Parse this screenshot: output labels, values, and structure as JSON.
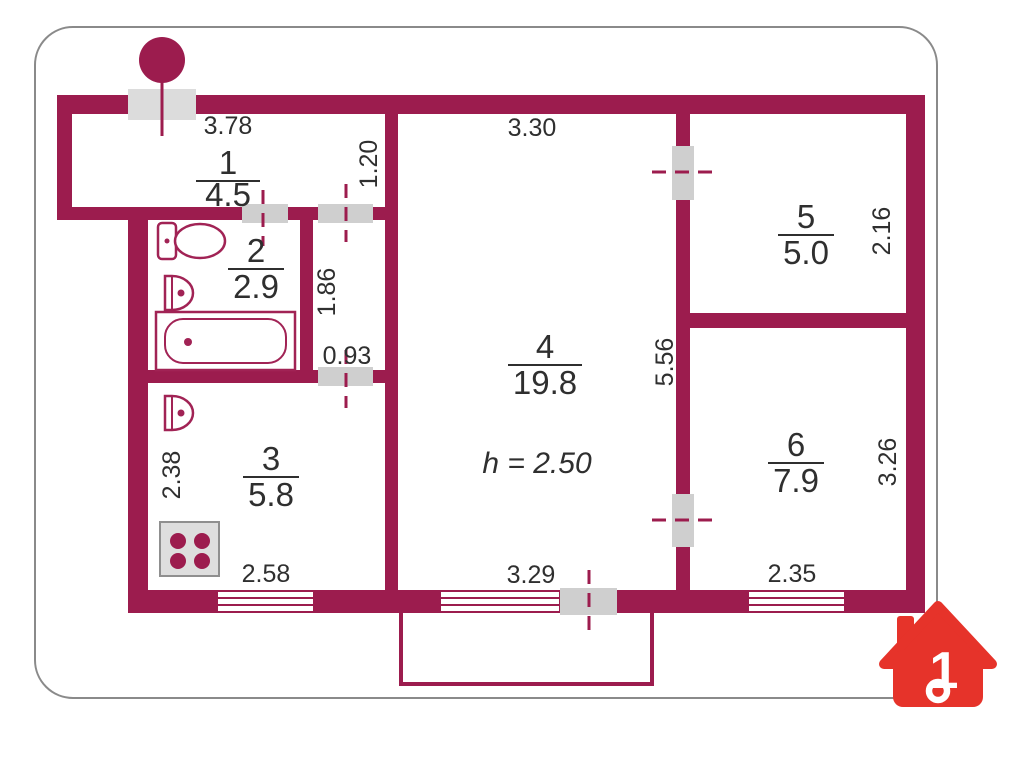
{
  "plan": {
    "ceiling_height": "h = 2.50",
    "rooms": [
      {
        "number": "1",
        "area": "4.5"
      },
      {
        "number": "2",
        "area": "2.9"
      },
      {
        "number": "3",
        "area": "5.8"
      },
      {
        "number": "4",
        "area": "19.8"
      },
      {
        "number": "5",
        "area": "5.0"
      },
      {
        "number": "6",
        "area": "7.9"
      }
    ],
    "dimensions": {
      "hall_width": "3.78",
      "hall_opening": "1.20",
      "room4_width": "3.30",
      "corridor_length": "1.86",
      "corridor_door": "0.93",
      "kitchen_depth": "2.38",
      "kitchen_width": "2.58",
      "room4_depth": "5.56",
      "room4_window": "3.29",
      "room5_depth": "2.16",
      "room6_depth": "3.26",
      "room6_width": "2.35"
    }
  },
  "colors": {
    "wall": "#9c1c4e",
    "fixture": "#a12355",
    "door": "#cfcfcf",
    "entrance_door": "#dcdcdc",
    "stove_fill": "#dedede",
    "frame": "#8a8a8a",
    "text": "#2f2f2f",
    "logo_red": "#e6332a"
  },
  "logo": {
    "numeral": "1"
  }
}
